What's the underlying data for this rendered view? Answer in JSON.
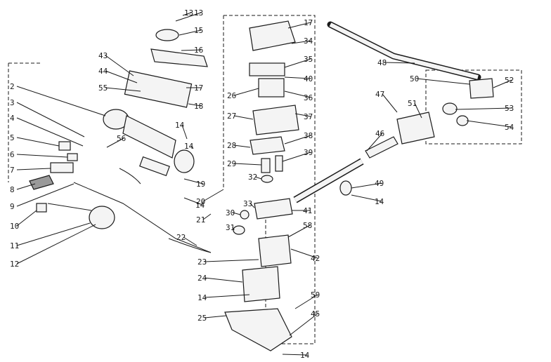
{
  "diagram": {
    "labels": [
      "13",
      "15",
      "16",
      "43",
      "44",
      "55",
      "17",
      "18",
      "2",
      "3",
      "4",
      "5",
      "6",
      "7",
      "8",
      "9",
      "10",
      "11",
      "12",
      "56",
      "14",
      "19",
      "20",
      "21",
      "22",
      "17",
      "34",
      "35",
      "40",
      "26",
      "36",
      "27",
      "37",
      "28",
      "38",
      "29",
      "39",
      "32",
      "33",
      "41",
      "30",
      "31",
      "58",
      "42",
      "23",
      "24",
      "14",
      "59",
      "45",
      "25",
      "14",
      "48",
      "50",
      "52",
      "47",
      "51",
      "53",
      "54",
      "46",
      "49",
      "14",
      "14",
      "13",
      "14"
    ]
  }
}
